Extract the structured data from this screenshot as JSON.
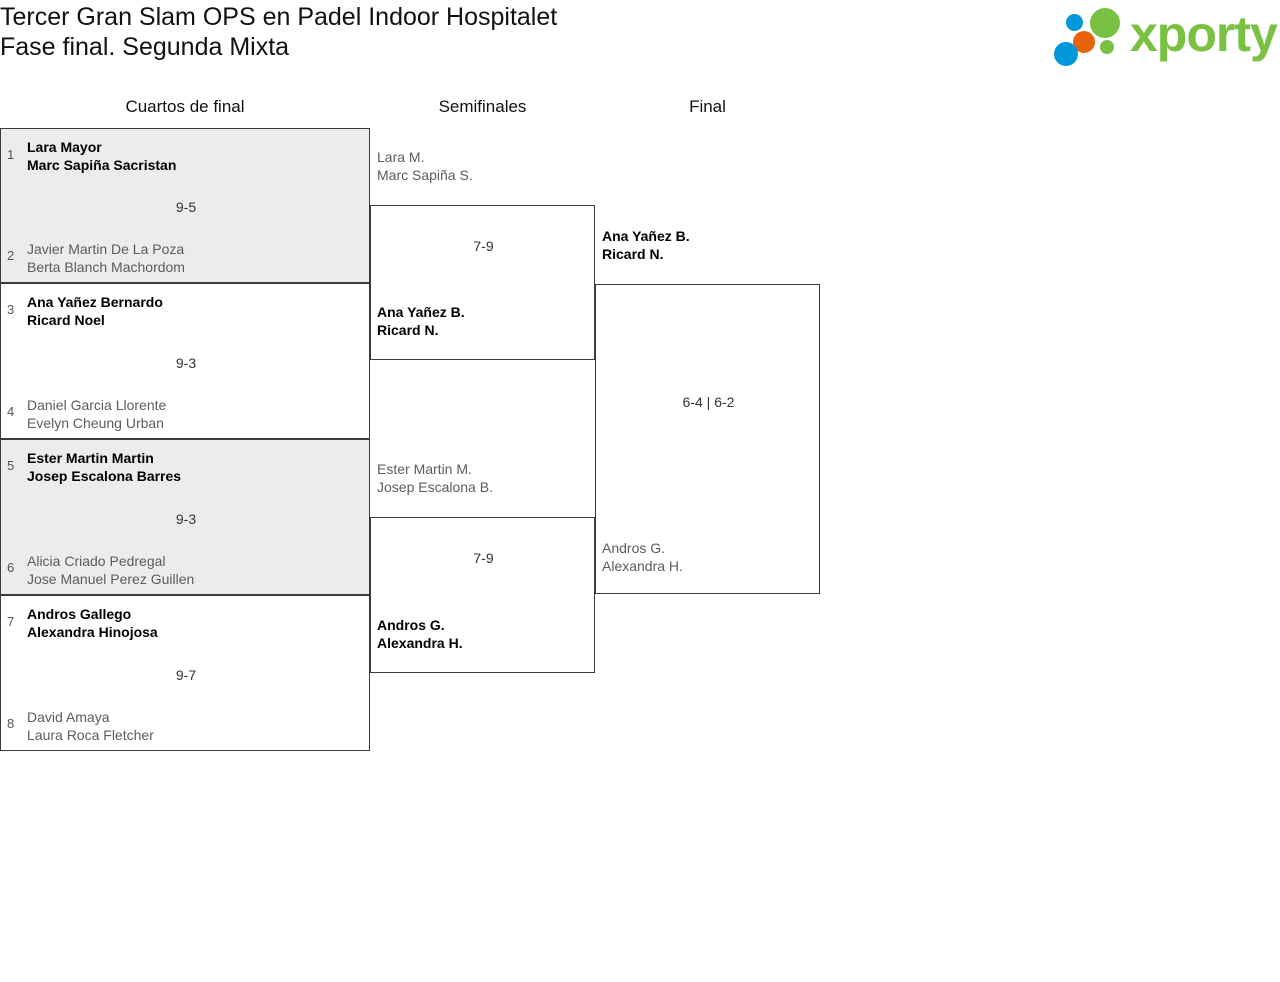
{
  "header": {
    "title_line1": "Tercer Gran Slam OPS en Padel Indoor Hospitalet",
    "title_line2": "Fase final. Segunda Mixta",
    "logo_word": "xporty",
    "logo_green": "#7ac143",
    "logo_blue": "#0098d8",
    "logo_orange": "#e8620c"
  },
  "rounds": {
    "quarterfinals_label": "Cuartos de final",
    "semifinals_label": "Semifinales",
    "final_label": "Final"
  },
  "quarterfinals": [
    {
      "score": "9-5",
      "top": {
        "seed": "1",
        "p1": "Lara Mayor",
        "p2": "Marc Sapiña Sacristan",
        "result": "win"
      },
      "bottom": {
        "seed": "2",
        "p1": "Javier Martin De La Poza",
        "p2": "Berta Blanch Machordom",
        "result": "lose"
      }
    },
    {
      "score": "9-3",
      "top": {
        "seed": "3",
        "p1": "Ana Yañez Bernardo",
        "p2": "Ricard Noel",
        "result": "win"
      },
      "bottom": {
        "seed": "4",
        "p1": "Daniel Garcia Llorente",
        "p2": "Evelyn Cheung Urban",
        "result": "lose"
      }
    },
    {
      "score": "9-3",
      "top": {
        "seed": "5",
        "p1": "Ester Martin Martin",
        "p2": "Josep Escalona Barres",
        "result": "win"
      },
      "bottom": {
        "seed": "6",
        "p1": "Alicia Criado Pedregal",
        "p2": "Jose Manuel Perez Guillen",
        "result": "lose"
      }
    },
    {
      "score": "9-7",
      "top": {
        "seed": "7",
        "p1": "Andros Gallego",
        "p2": "Alexandra Hinojosa",
        "result": "win"
      },
      "bottom": {
        "seed": "8",
        "p1": "David Amaya",
        "p2": "Laura Roca Fletcher",
        "result": "lose"
      }
    }
  ],
  "semifinals": [
    {
      "score": "7-9",
      "top": {
        "p1": "Lara M.",
        "p2": "Marc Sapiña S.",
        "result": "lose"
      },
      "bottom": {
        "p1": "Ana Yañez B.",
        "p2": "Ricard N.",
        "result": "win"
      }
    },
    {
      "score": "7-9",
      "top": {
        "p1": "Ester Martin M.",
        "p2": "Josep Escalona B.",
        "result": "lose"
      },
      "bottom": {
        "p1": "Andros G.",
        "p2": "Alexandra H.",
        "result": "win"
      }
    }
  ],
  "final": {
    "score": "6-4 | 6-2",
    "top": {
      "p1": "Ana Yañez B.",
      "p2": "Ricard N.",
      "result": "win"
    },
    "bottom": {
      "p1": "Andros G.",
      "p2": "Alexandra H.",
      "result": "lose"
    }
  }
}
